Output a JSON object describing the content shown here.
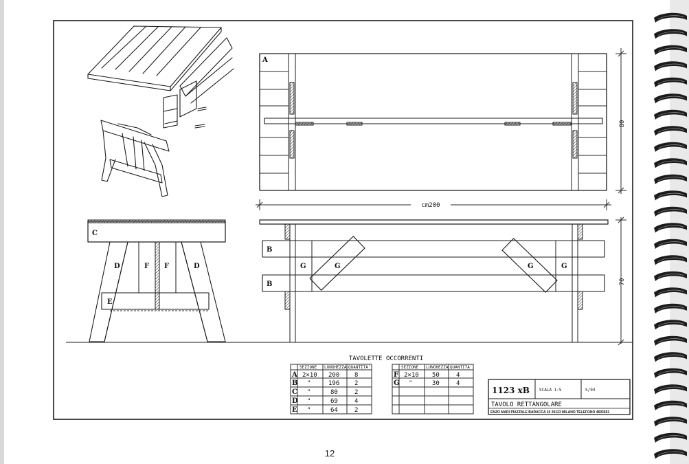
{
  "page_number": "12",
  "labels": {
    "plan_view": "A",
    "top_beam": "C",
    "leg_outer": "D",
    "leg_inner": "F",
    "crossbar": "E",
    "bench_rail": "B",
    "brace": "G"
  },
  "dimensions": {
    "length": "cm200",
    "width": "80",
    "height": "70"
  },
  "parts_table": {
    "title": "TAVOLETTE OCCORRENTI",
    "headers": [
      "",
      "SEZIONE",
      "LUNGHEZZA",
      "QUANTITA'"
    ],
    "rows_left": [
      [
        "A",
        "2×10",
        "200",
        "8"
      ],
      [
        "B",
        "\"",
        "196",
        "2"
      ],
      [
        "C",
        "\"",
        "80",
        "2"
      ],
      [
        "D",
        "\"",
        "69",
        "4"
      ],
      [
        "E",
        "\"",
        "64",
        "2"
      ]
    ],
    "rows_right": [
      [
        "F",
        "2×10",
        "50",
        "4"
      ],
      [
        "G",
        "\"",
        "30",
        "4"
      ]
    ]
  },
  "title_block": {
    "code": "1123 xB",
    "scale": "SCALA 1:5",
    "date": "5/93",
    "name": "TAVOLO RETTANGOLARE",
    "address": "ENZO MARI  PIAZZALE BARACCA 10  20123 MILANO  TELEFONO 4693651"
  }
}
